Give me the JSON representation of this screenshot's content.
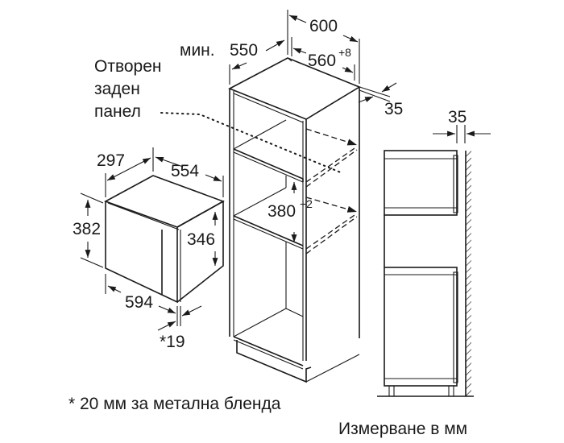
{
  "labels": {
    "open_back_panel": [
      "Отворен",
      "заден",
      "панел"
    ],
    "min_depth_prefix": "мин.",
    "footnote": "* 20 мм за метална бленда",
    "units_note": "Измерване в мм"
  },
  "microwave": {
    "depth": "297",
    "width_top": "554",
    "height_total": "382",
    "height_body": "346",
    "width_front": "594",
    "front_offset": "*19"
  },
  "cabinet": {
    "width_total": "600",
    "depth_min": "550",
    "niche_width": "560",
    "niche_width_tol": "+8",
    "back_gap": "35",
    "niche_height": "380",
    "niche_height_tol": "+2"
  },
  "side_view": {
    "wall_gap": "35"
  },
  "colors": {
    "line": "#1a1a1a",
    "background": "#ffffff"
  }
}
